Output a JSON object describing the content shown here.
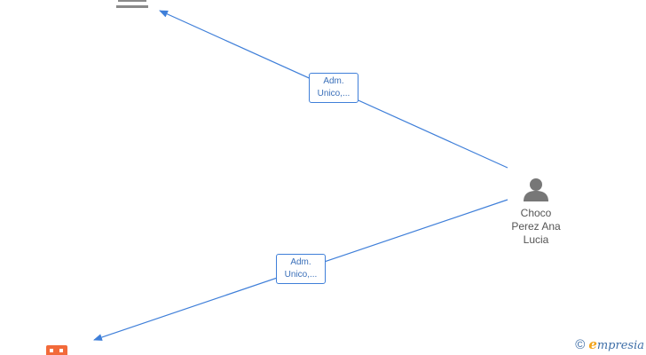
{
  "colors": {
    "edge": "#3f7fd9",
    "person": "#777777",
    "company_top": "#8a8a8a",
    "company_bottom": "#f26a3a",
    "brand_accent": "#f2a41a"
  },
  "nodes": {
    "person": {
      "label_lines": [
        "Choco",
        "Perez Ana",
        "Lucia"
      ],
      "icon": "person-icon"
    },
    "company_top": {
      "icon": "building-icon"
    },
    "company_bottom": {
      "icon": "company-icon"
    }
  },
  "edges": [
    {
      "from": "person",
      "to": "company_top",
      "label_lines": [
        "Adm.",
        "Unico,..."
      ]
    },
    {
      "from": "person",
      "to": "company_bottom",
      "label_lines": [
        "Adm.",
        "Unico,..."
      ]
    }
  ],
  "watermark": {
    "copyright": "©",
    "brand_initial": "e",
    "brand_rest": "mpresia"
  }
}
